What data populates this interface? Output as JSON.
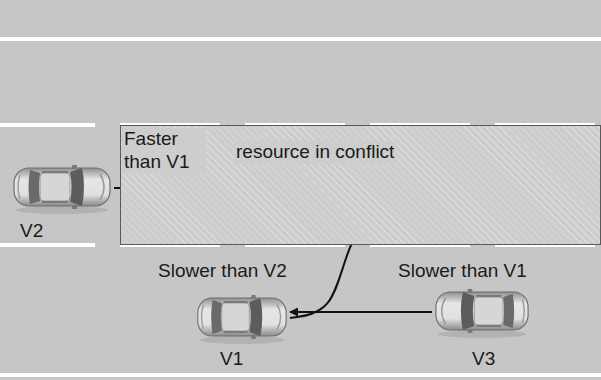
{
  "diagram": {
    "nodes": [
      {
        "text": [
          "resource in conflict"
        ]
      },
      {
        "text": [
          "Faster than V1",
          "V2"
        ]
      },
      {
        "text": [
          "Slower than V2",
          "V1"
        ]
      },
      {
        "text": [
          "Slower than V1",
          "V3"
        ]
      }
    ],
    "edges": [
      {
        "from": 1,
        "to": 0,
        "arrow": "to"
      },
      {
        "from": 2,
        "to": 0,
        "arrow": "to"
      },
      {
        "from": 3,
        "to": 2,
        "arrow": "to"
      }
    ]
  }
}
